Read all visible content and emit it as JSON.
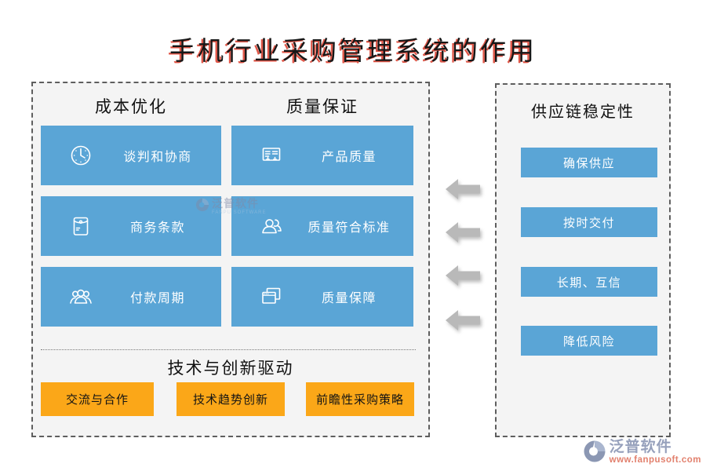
{
  "title": "手机行业采购管理系统的作用",
  "left_panel": {
    "sections": [
      {
        "header": "成本优化",
        "items": [
          {
            "icon": "clock-icon",
            "label": "谈判和协商"
          },
          {
            "icon": "envelope-icon",
            "label": "商务条款"
          },
          {
            "icon": "people-3-icon",
            "label": "付款周期"
          }
        ]
      },
      {
        "header": "质量保证",
        "items": [
          {
            "icon": "board-icon",
            "label": "产品质量"
          },
          {
            "icon": "people-2-icon",
            "label": "质量符合标准"
          },
          {
            "icon": "windows-icon",
            "label": "质量保障"
          }
        ]
      }
    ],
    "bottom_section": {
      "header": "技术与创新驱动",
      "items": [
        "交流与合作",
        "技术趋势创新",
        "前瞻性采购策略"
      ]
    }
  },
  "right_panel": {
    "header": "供应链稳定性",
    "items": [
      "确保供应",
      "按时交付",
      "长期、互信",
      "降低风险"
    ]
  },
  "arrows": {
    "count": 4,
    "direction": "left"
  },
  "watermark": {
    "name": "泛普软件",
    "subtitle": "FANPU SOFTWARE"
  },
  "logo": {
    "name": "泛普软件",
    "url": "www.fanpusoft.com"
  },
  "colors": {
    "blue": "#5aa5d6",
    "orange": "#fba718",
    "panel_bg": "#f4f4f4",
    "arrow": "#b9b9b9",
    "title_red": "#db3928"
  }
}
